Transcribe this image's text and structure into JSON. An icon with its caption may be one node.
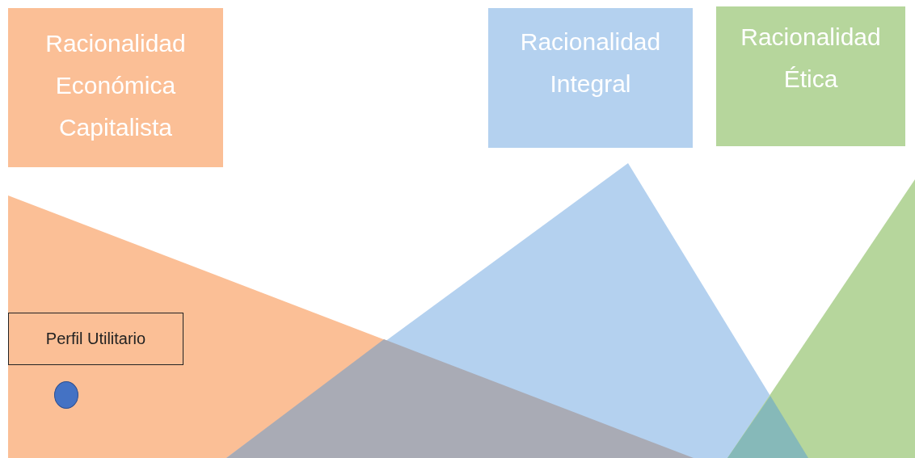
{
  "diagram": {
    "nodes": [
      {
        "text": [
          "Racionalidad Económica Capitalista"
        ]
      },
      {
        "text": [
          "Racionalidad Integral"
        ]
      },
      {
        "text": [
          "Racionalidad Ética"
        ]
      },
      {
        "text": [
          "Perfil Utilitario"
        ]
      },
      {
        "text": [],
        "shape": "circle"
      }
    ]
  }
}
